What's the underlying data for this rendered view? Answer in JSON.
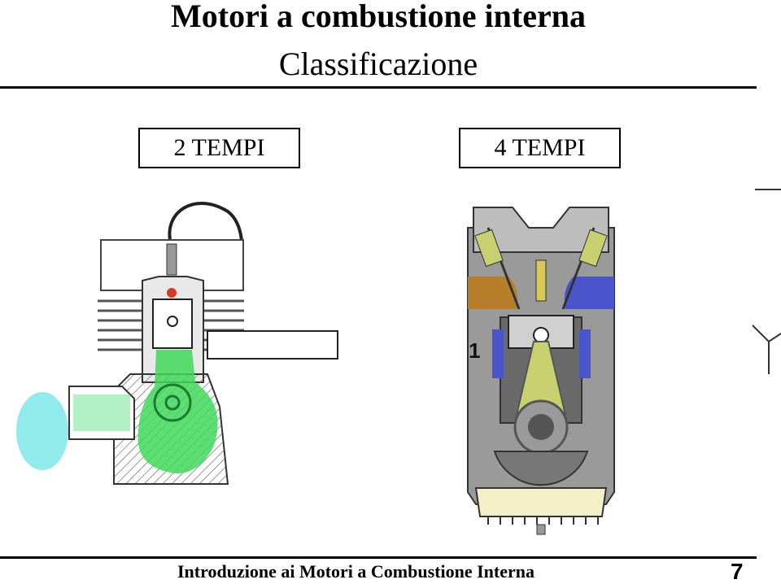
{
  "slide": {
    "title": "Motori a combustione interna",
    "subtitle": "Classificazione",
    "label_two_stroke": "2 TEMPI",
    "label_four_stroke": "4 TEMPI",
    "stroke_number": "1",
    "footer": "Introduzione ai Motori a Combustione Interna",
    "page_number": "7"
  },
  "colors": {
    "fresh_charge": "#3fd85a",
    "exhaust_gas": "#7fe8e8",
    "intake_port": "#b87f2a",
    "exhaust_port": "#4a55cc",
    "block_grey": "#8c8c8c",
    "conrod_yellow": "#c8d070"
  }
}
